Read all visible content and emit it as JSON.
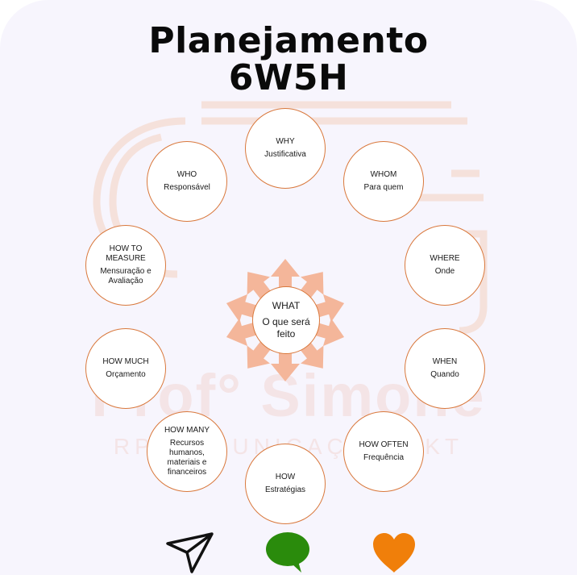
{
  "title": {
    "line1": "Planejamento",
    "line2": "6W5H"
  },
  "watermark": {
    "name": "Prof° Simone",
    "tagline": "RP COMUNICAÇÃO MKT"
  },
  "center": {
    "title": "WHAT",
    "subtitle": "O que será feito"
  },
  "nodes": [
    {
      "title": "WHY",
      "subtitle": "Justificativa"
    },
    {
      "title": "WHOM",
      "subtitle": "Para quem"
    },
    {
      "title": "WHERE",
      "subtitle": "Onde"
    },
    {
      "title": "WHEN",
      "subtitle": "Quando"
    },
    {
      "title": "HOW OFTEN",
      "subtitle": "Frequência"
    },
    {
      "title": "HOW",
      "subtitle": "Estratégias"
    },
    {
      "title": "HOW MANY",
      "subtitle": "Recursos humanos, materiais e financeiros"
    },
    {
      "title": "HOW MUCH",
      "subtitle": "Orçamento"
    },
    {
      "title": "HOW TO MEASURE",
      "subtitle": "Mensuração e Avaliação"
    },
    {
      "title": "WHO",
      "subtitle": "Responsável"
    }
  ],
  "colors": {
    "circle_border": "#d9783c",
    "arrow": "#f4b69a",
    "background": "#f7f5fd",
    "like": "#f07f0a",
    "comment": "#2a8b0c"
  },
  "icons": [
    "send-icon",
    "comment-icon",
    "heart-icon"
  ]
}
